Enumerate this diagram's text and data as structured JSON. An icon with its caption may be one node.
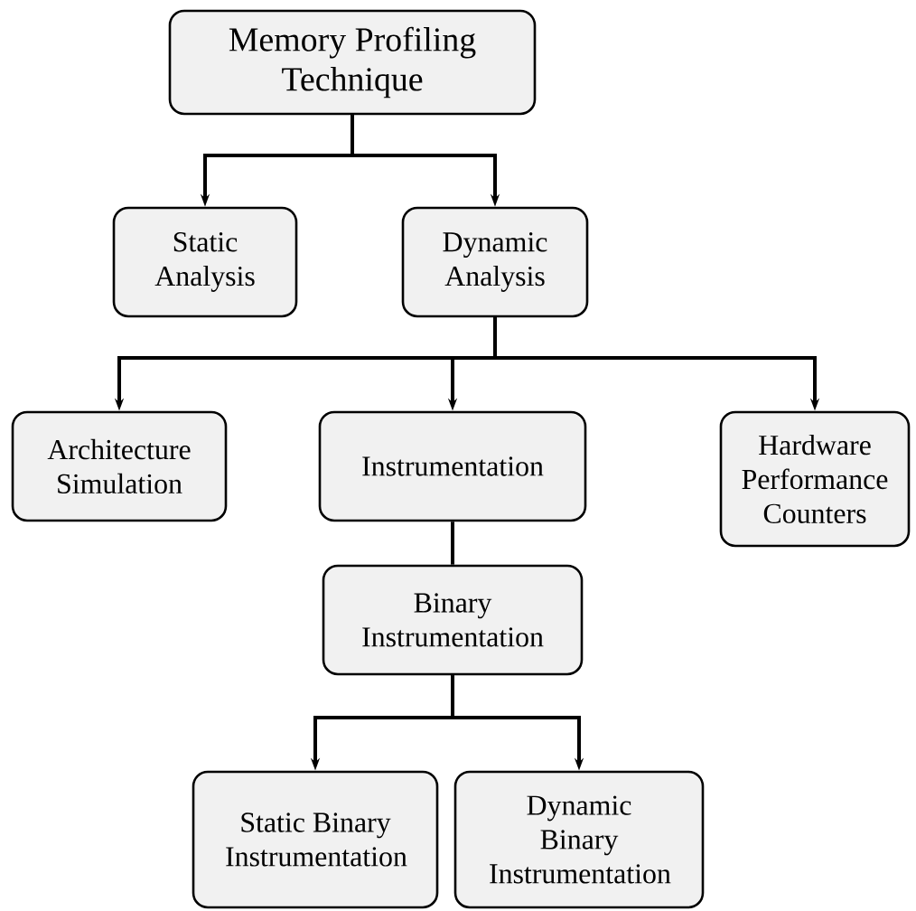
{
  "diagram": {
    "nodes": [
      {
        "text": [
          "Memory Profiling Technique"
        ]
      },
      {
        "text": [
          "Static Analysis"
        ]
      },
      {
        "text": [
          "Dynamic Analysis"
        ]
      },
      {
        "text": [
          "Architecture Simulation"
        ]
      },
      {
        "text": [
          "Instrumentation"
        ]
      },
      {
        "text": [
          "Hardware Performance Counters"
        ]
      },
      {
        "text": [
          "Binary Instrumentation"
        ]
      },
      {
        "text": [
          "Static Binary Instrumentation"
        ]
      },
      {
        "text": [
          "Dynamic Binary Instrumentation"
        ]
      }
    ],
    "edges": [
      {
        "from": 0,
        "to": 1,
        "arrow": "to"
      },
      {
        "from": 0,
        "to": 2,
        "arrow": "to"
      },
      {
        "from": 2,
        "to": 3,
        "arrow": "to"
      },
      {
        "from": 2,
        "to": 4,
        "arrow": "to"
      },
      {
        "from": 2,
        "to": 5,
        "arrow": "to"
      },
      {
        "from": 4,
        "to": 6,
        "arrow": "none"
      },
      {
        "from": 6,
        "to": 7,
        "arrow": "to"
      },
      {
        "from": 6,
        "to": 8,
        "arrow": "to"
      }
    ]
  }
}
